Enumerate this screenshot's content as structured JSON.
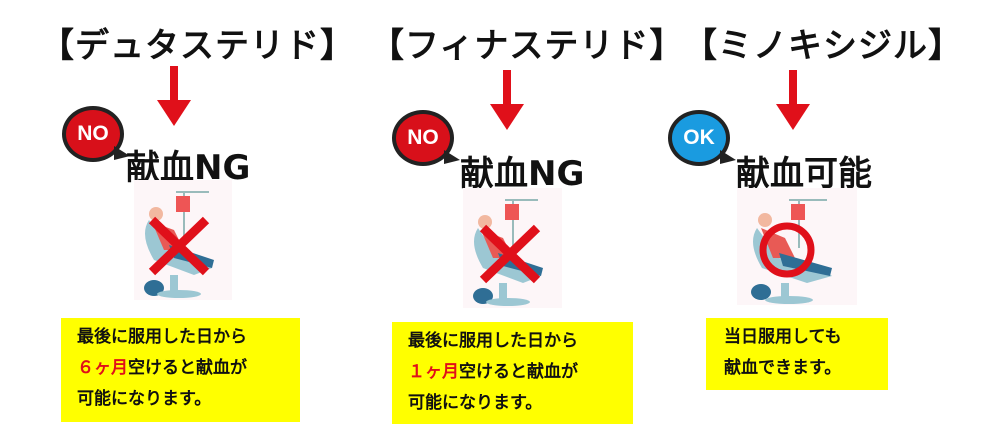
{
  "columns": [
    {
      "title": "【デュタステリド】",
      "badge": "NO",
      "badge_color": "#d8101a",
      "label": "献血NG",
      "mark": "cross",
      "note": {
        "line1": "最後に服用した日から",
        "highlight": "６ヶ月",
        "line2_rest": "空けると献血が",
        "line3": "可能になります。"
      }
    },
    {
      "title": "【フィナステリド】",
      "badge": "NO",
      "badge_color": "#d8101a",
      "label": "献血NG",
      "mark": "cross",
      "note": {
        "line1": "最後に服用した日から",
        "highlight": "１ヶ月",
        "line2_rest": "空けると献血が",
        "line3": "可能になります。"
      }
    },
    {
      "title": "【ミノキシジル】",
      "badge": "OK",
      "badge_color": "#1a9be0",
      "label": "献血可能",
      "mark": "circle",
      "note": {
        "line1": "当日服用しても",
        "line2": "献血できます。"
      }
    }
  ]
}
